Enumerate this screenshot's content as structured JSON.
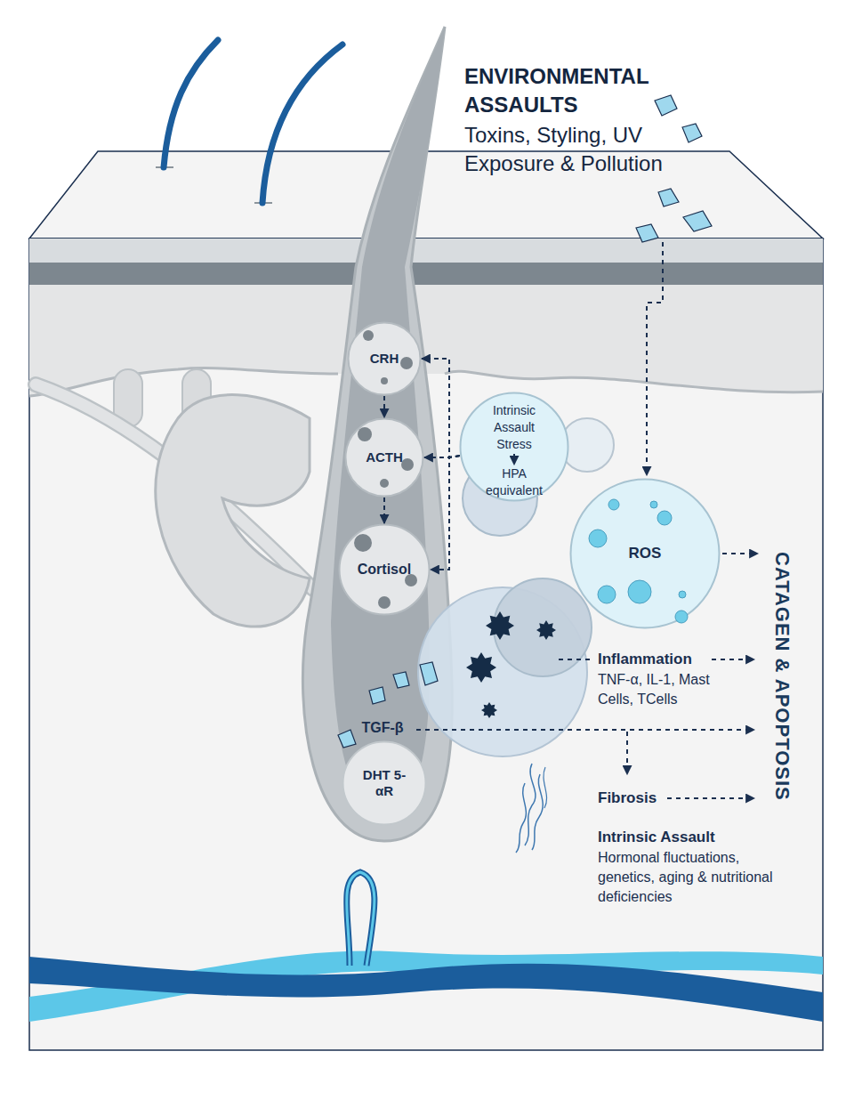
{
  "diagram": {
    "nodes": [
      {
        "text": [
          "TGF-β"
        ]
      },
      {
        "text": [
          "CRH"
        ],
        "in": 0
      },
      {
        "text": [
          "ACTH"
        ],
        "in": 0
      },
      {
        "text": [
          "Cortisol"
        ],
        "in": 0
      },
      {
        "text": [
          "DHT 5-αR"
        ],
        "in": 0
      },
      {
        "text": [
          "Intrinsic Assault Stress",
          "HPA equivalent"
        ]
      },
      {
        "text": [
          "ROS"
        ]
      }
    ],
    "edges": [
      {
        "from": 1,
        "to": 2,
        "arrow": "to"
      },
      {
        "from": 2,
        "to": 3,
        "arrow": "to"
      },
      {
        "from": 5,
        "to": 1,
        "arrow": "to"
      },
      {
        "from": 5,
        "to": 2,
        "arrow": "to"
      },
      {
        "from": 5,
        "to": 3,
        "arrow": "to"
      }
    ],
    "labels": [
      "ENVIRONMENTAL ASSAULTS",
      "Toxins, Styling, UV Exposure & Pollution",
      "Inflammation",
      "TNF-α, IL-1, Mast Cells, TCells",
      "CATAGEN & APOPTOSIS",
      "Fibrosis",
      "Intrinsic Assault",
      "Hormonal fluctuations, genetics, aging & nutritional deficiencies"
    ]
  }
}
